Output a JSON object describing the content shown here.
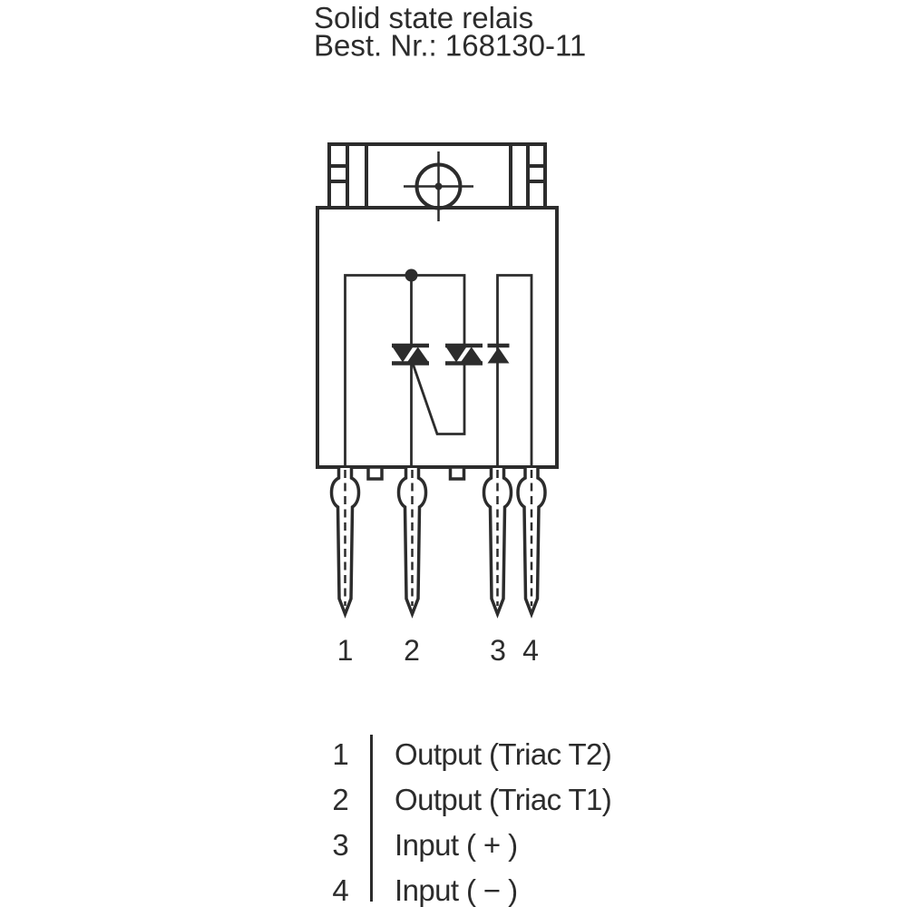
{
  "title": {
    "line1": "Solid state relais",
    "line2": "Best. Nr.: 168130-11"
  },
  "pin_numbers": [
    "1",
    "2",
    "3",
    "4"
  ],
  "legend": {
    "rows": [
      {
        "pin": "1",
        "label": "Output (Triac T2)"
      },
      {
        "pin": "2",
        "label": "Output (Triac T1)"
      },
      {
        "pin": "3",
        "label": "Input ( + )"
      },
      {
        "pin": "4",
        "label": "Input ( − )"
      }
    ]
  },
  "colors": {
    "ink": "#2c2c2c",
    "background": "#ffffff"
  }
}
